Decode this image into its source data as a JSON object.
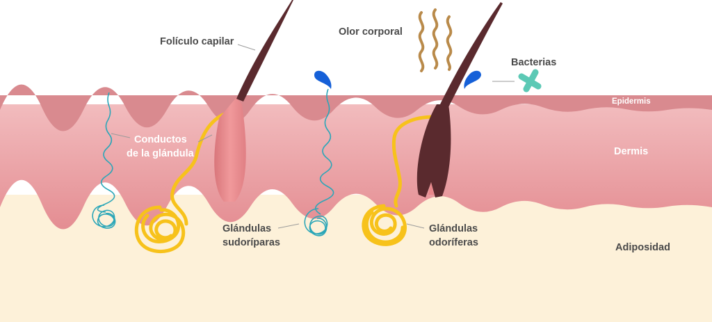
{
  "labels": {
    "hair_follicle": "Folículo capilar",
    "body_odor": "Olor corporal",
    "bacteria": "Bacterias",
    "epidermis": "Epidermis",
    "dermis": "Dermis",
    "gland_ducts_line1": "Conductos",
    "gland_ducts_line2": "de la glándula",
    "sweat_glands_line1": "Glándulas",
    "sweat_glands_line2": "sudoríparas",
    "odor_glands_line1": "Glándulas",
    "odor_glands_line2": "odoríferas",
    "adipose": "Adiposidad"
  },
  "colors": {
    "epidermis": "#d98a8f",
    "dermis_top": "#f1b9bb",
    "dermis_bottom": "#e58f94",
    "adipose": "#fdf1d9",
    "hair": "#5a2a2e",
    "follicle": "#e8878a",
    "gland_yellow": "#f7c21b",
    "duct_blue": "#2aa6b8",
    "drop_blue": "#1560d8",
    "bacteria_green": "#5cc9b5",
    "odor_brown": "#b98a4a"
  }
}
